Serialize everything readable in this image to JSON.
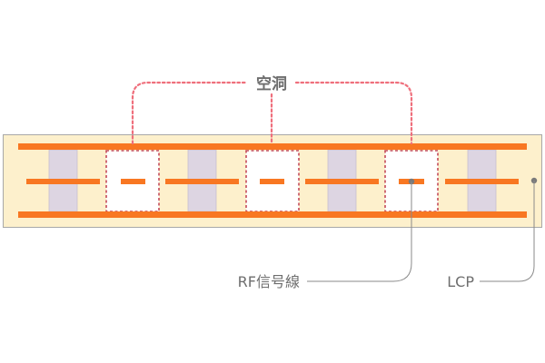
{
  "labels": {
    "cavity": "空洞",
    "rf_signal_line": "RF信号線",
    "lcp": "LCP"
  },
  "colors": {
    "substrate": "#fdf0cc",
    "substrate_border": "#a8a8a8",
    "conductor": "#f87722",
    "via": "#ddd5e2",
    "cavity_fill": "#ffffff",
    "cavity_border": "#c44a5a",
    "bracket": "#ef6f7c",
    "leader": "#7a7a7a",
    "text": "#6e6e6e"
  },
  "structure": {
    "cavity_count": 3,
    "via_count": 4
  }
}
